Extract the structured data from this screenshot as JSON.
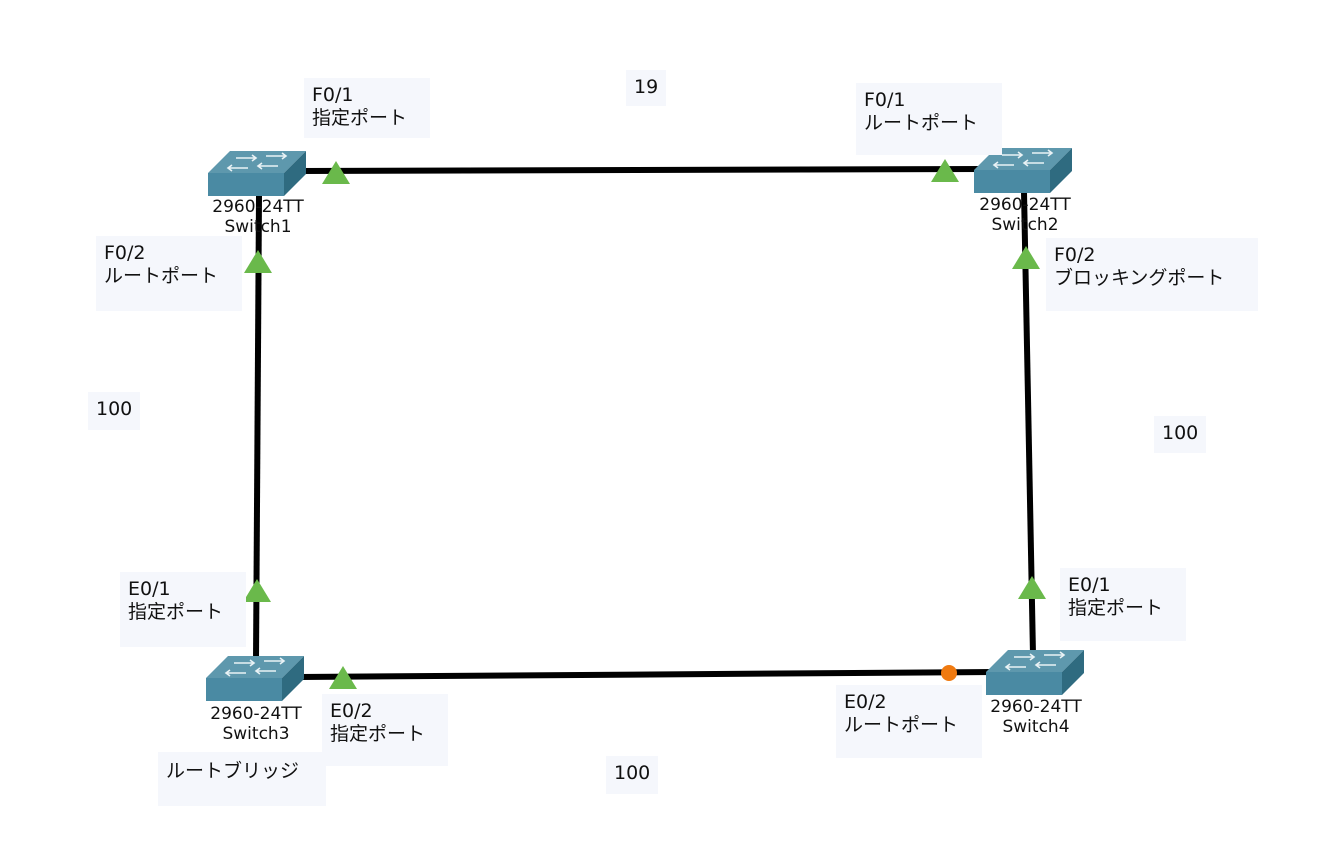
{
  "colors": {
    "link": "#000000",
    "port_forwarding": "#6ab94b",
    "port_blocking": "#f07a10",
    "note_background": "#f5f7fc",
    "switch_top": "#5e98ad",
    "switch_front": "#4a8aa3",
    "switch_side": "#2f6b80"
  },
  "devices": {
    "switch1": {
      "model": "2960-24TT",
      "name": "Switch1",
      "icon": "switch-icon"
    },
    "switch2": {
      "model": "2960-24TT",
      "name": "Switch2",
      "icon": "switch-icon"
    },
    "switch3": {
      "model": "2960-24TT",
      "name": "Switch3",
      "icon": "switch-icon"
    },
    "switch4": {
      "model": "2960-24TT",
      "name": "Switch4",
      "icon": "switch-icon"
    }
  },
  "links": [
    {
      "from": "Switch1",
      "to": "Switch2",
      "cost": "19",
      "from_state": "forwarding",
      "to_state": "forwarding"
    },
    {
      "from": "Switch1",
      "to": "Switch3",
      "cost": "100",
      "from_state": "forwarding",
      "to_state": "forwarding"
    },
    {
      "from": "Switch2",
      "to": "Switch4",
      "cost": "100",
      "from_state": "forwarding",
      "to_state": "forwarding"
    },
    {
      "from": "Switch3",
      "to": "Switch4",
      "cost": "100",
      "from_state": "forwarding",
      "to_state": "blocking"
    }
  ],
  "notes": {
    "sw1_f01": {
      "port": "F0/1",
      "role": "指定ポート"
    },
    "sw1_f02": {
      "port": "F0/2",
      "role": "ルートポート"
    },
    "sw2_f01": {
      "port": "F0/1",
      "role": "ルートポート"
    },
    "sw2_f02": {
      "port": "F0/2",
      "role": "ブロッキングポート"
    },
    "sw3_e01": {
      "port": "E0/1",
      "role": "指定ポート"
    },
    "sw3_e02": {
      "port": "E0/2",
      "role": "指定ポート"
    },
    "sw4_e01": {
      "port": "E0/1",
      "role": "指定ポート"
    },
    "sw4_e02": {
      "port": "E0/2",
      "role": "ルートポート"
    },
    "cost_top": "19",
    "cost_left": "100",
    "cost_right": "100",
    "cost_bottom": "100",
    "root_bridge": "ルートブリッジ"
  }
}
